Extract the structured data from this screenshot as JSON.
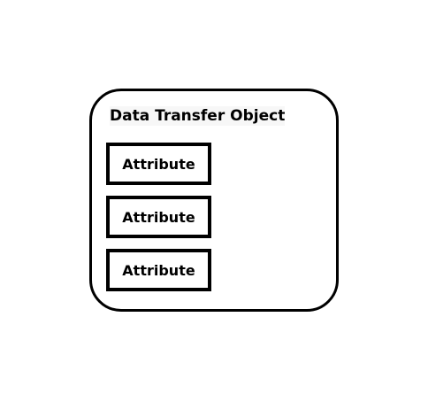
{
  "diagram": {
    "container": {
      "title": "Data Transfer Object"
    },
    "attributes": [
      {
        "label": "Attribute"
      },
      {
        "label": "Attribute"
      },
      {
        "label": "Attribute"
      }
    ],
    "colors": {
      "stroke": "#000000",
      "background": "#ffffff",
      "title_highlight": "#f7f7f7"
    }
  }
}
